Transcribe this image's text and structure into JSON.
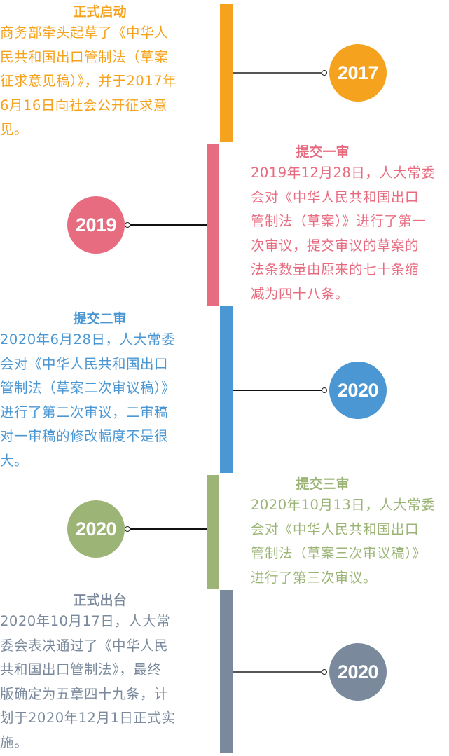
{
  "colors": {
    "orange": "#F5A31F",
    "pink": "#E86C80",
    "blue": "#4B97D3",
    "green": "#9CB577",
    "gray": "#7A8A9C"
  },
  "timeline": [
    {
      "year": "2017",
      "title": "正式启动",
      "lines": [
        "商务部牵头起草了《中华人",
        "民共和国出口管制法（草案",
        "征求意见稿）》，并于2017年",
        "6月16日向社会公开征求意",
        "见。"
      ]
    },
    {
      "year": "2019",
      "title": "提交一审",
      "lines": [
        "2019年12月28日，人大常委",
        "会对《中华人民共和国出口",
        "管制法（草案）》进行了第一",
        "次审议，提交审议的草案的",
        "法条数量由原来的七十条缩",
        "减为四十八条。"
      ]
    },
    {
      "year": "2020",
      "title": "提交二审",
      "lines": [
        "2020年6月28日，人大常委",
        "会对《中华人民共和国出口",
        "管制法（草案二次审议稿）》",
        "进行了第二次审议，二审稿",
        "对一审稿的修改幅度不是很",
        "大。"
      ]
    },
    {
      "year": "2020",
      "title": "提交三审",
      "lines": [
        "2020年10月13日，人大常委",
        "会对《中华人民共和国出口",
        "管制法（草案三次审议稿）》",
        "进行了第三次审议。"
      ]
    },
    {
      "year": "2020",
      "title": "正式出台",
      "lines": [
        "2020年10月17日，人大常",
        "委会表决通过了《中华人民",
        "共和国出口管制法》，最终",
        "版确定为五章四十九条，计",
        "划于2020年12月1日正式实",
        "施。"
      ]
    }
  ]
}
